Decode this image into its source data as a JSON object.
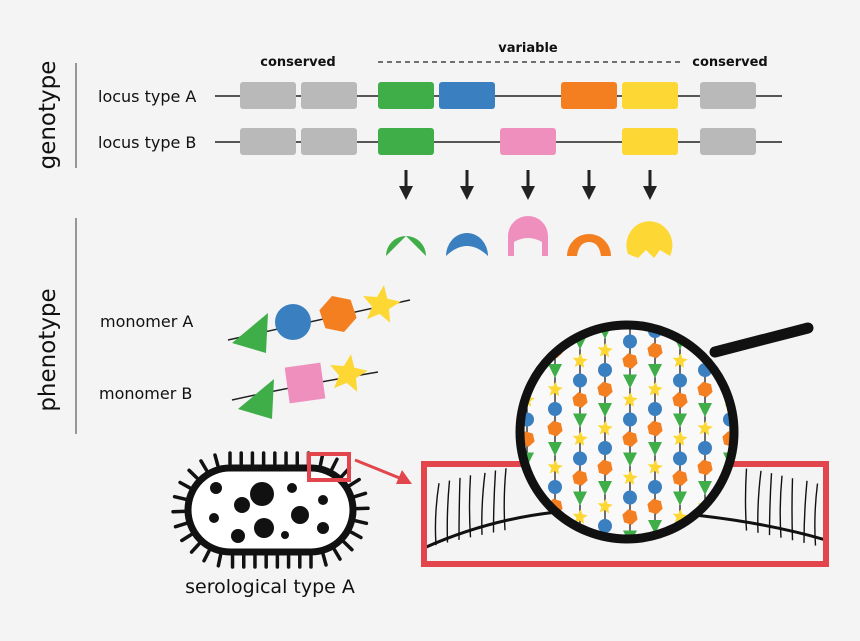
{
  "sections": {
    "genotype": "genotype",
    "phenotype": "phenotype"
  },
  "headers": {
    "conserved_left": "conserved",
    "variable": "variable",
    "conserved_right": "conserved"
  },
  "loci": [
    {
      "label": "locus type A",
      "genes": [
        "gray",
        "gray",
        "green",
        "blue",
        "orange",
        "yellow",
        "gray"
      ]
    },
    {
      "label": "locus type B",
      "genes": [
        "gray",
        "gray",
        "green",
        "pink",
        "yellow",
        "gray"
      ]
    }
  ],
  "products": [
    "green",
    "blue",
    "pink",
    "orange",
    "yellow"
  ],
  "monomers": [
    {
      "label": "monomer A",
      "units": [
        "triangle-green",
        "circle-blue",
        "hexagon-orange",
        "star-yellow"
      ]
    },
    {
      "label": "monomer B",
      "units": [
        "triangle-green",
        "square-pink",
        "star-yellow"
      ]
    }
  ],
  "caption": "serological type A",
  "colors": {
    "gray": "#b9b9b9",
    "green": "#3fae49",
    "blue": "#3a7fc0",
    "orange": "#f47f21",
    "yellow": "#fdd835",
    "pink": "#ef8fbd",
    "red": "#e2454b",
    "ink": "#111111"
  },
  "icons": [
    "arrow-down-icon",
    "magnifying-glass-icon",
    "bacterium-icon",
    "callout-arrow-icon"
  ]
}
